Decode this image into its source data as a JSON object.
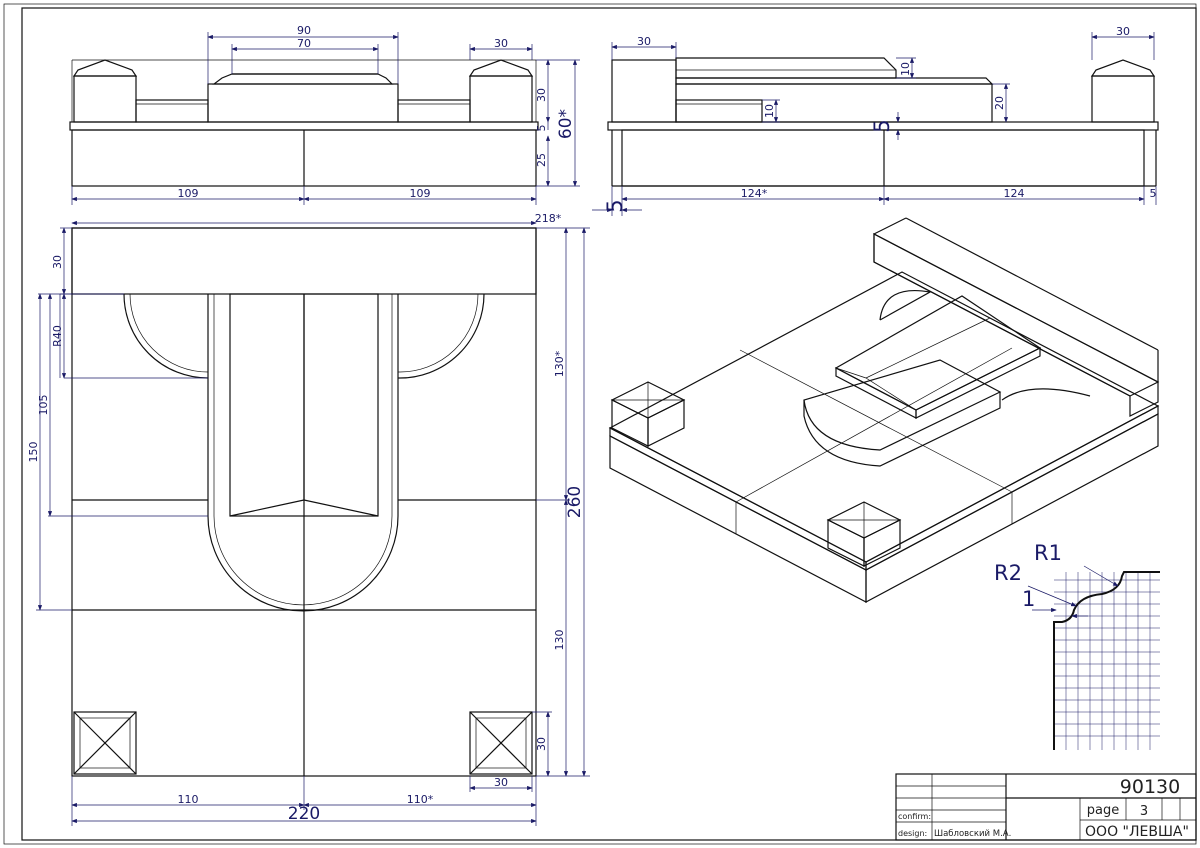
{
  "front_view": {
    "dims": {
      "w90": "90",
      "w70": "70",
      "w30_right": "30",
      "h30": "30",
      "h5": "5",
      "h25": "25",
      "h60": "60*",
      "left109": "109",
      "right109": "109"
    }
  },
  "side_view": {
    "dims": {
      "w30_left": "30",
      "w30_right": "30",
      "h10_top": "10",
      "h10_low": "10",
      "h20": "20",
      "h5": "5",
      "base5_left": "5",
      "base124_left": "124*",
      "base124_right": "124",
      "base5_right": "5"
    }
  },
  "plan_view": {
    "dims": {
      "w218": "218*",
      "h30_top": "30",
      "r40": "R40",
      "h105": "105",
      "h150": "150",
      "h130_star": "130*",
      "h260": "260",
      "h130": "130",
      "h30_bottom": "30",
      "w30_bottom": "30",
      "w110_left": "110",
      "w110_right": "110*",
      "w220": "220"
    }
  },
  "detail_view": {
    "labels": {
      "r1": "R1",
      "r2": "R2",
      "one": "1"
    }
  },
  "title_block": {
    "drawing_no": "90130",
    "page_label": "page",
    "page_no": "3",
    "company": "ООО \"ЛЕВША\"",
    "confirm_label": "confirm:",
    "design_label": "design:",
    "designer": "Шабловский М.А."
  }
}
